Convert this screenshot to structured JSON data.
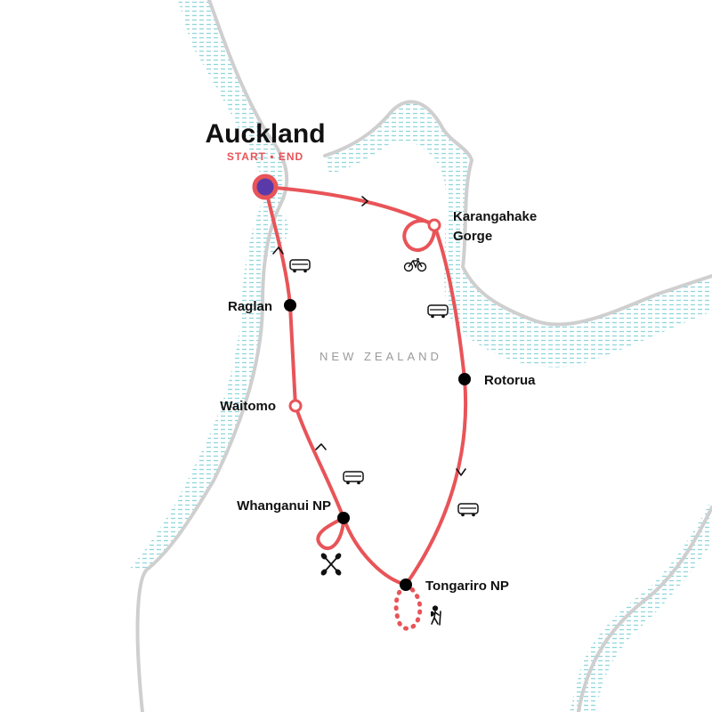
{
  "map": {
    "title": "Auckland",
    "subtitle": "START • END",
    "country_label": "NEW ZEALAND",
    "colors": {
      "route": "#e85458",
      "start_marker": "#5a3aa8",
      "stop_dot": "#000000",
      "coastline": "#cfcfcf",
      "water_hatch": "#8fd6dc"
    },
    "stops": [
      {
        "name": "Karangahake",
        "name_line2": "Gorge",
        "marker": "hollow"
      },
      {
        "name": "Rotorua",
        "marker": "filled"
      },
      {
        "name": "Tongariro NP",
        "marker": "filled"
      },
      {
        "name": "Whanganui NP",
        "marker": "filled"
      },
      {
        "name": "Waitomo",
        "marker": "hollow"
      },
      {
        "name": "Raglan",
        "marker": "filled"
      }
    ],
    "activity_icons": [
      "bus-icon",
      "bus-icon",
      "bus-icon",
      "bus-icon",
      "bike-icon",
      "kayak-paddle-icon",
      "hiker-icon"
    ]
  }
}
